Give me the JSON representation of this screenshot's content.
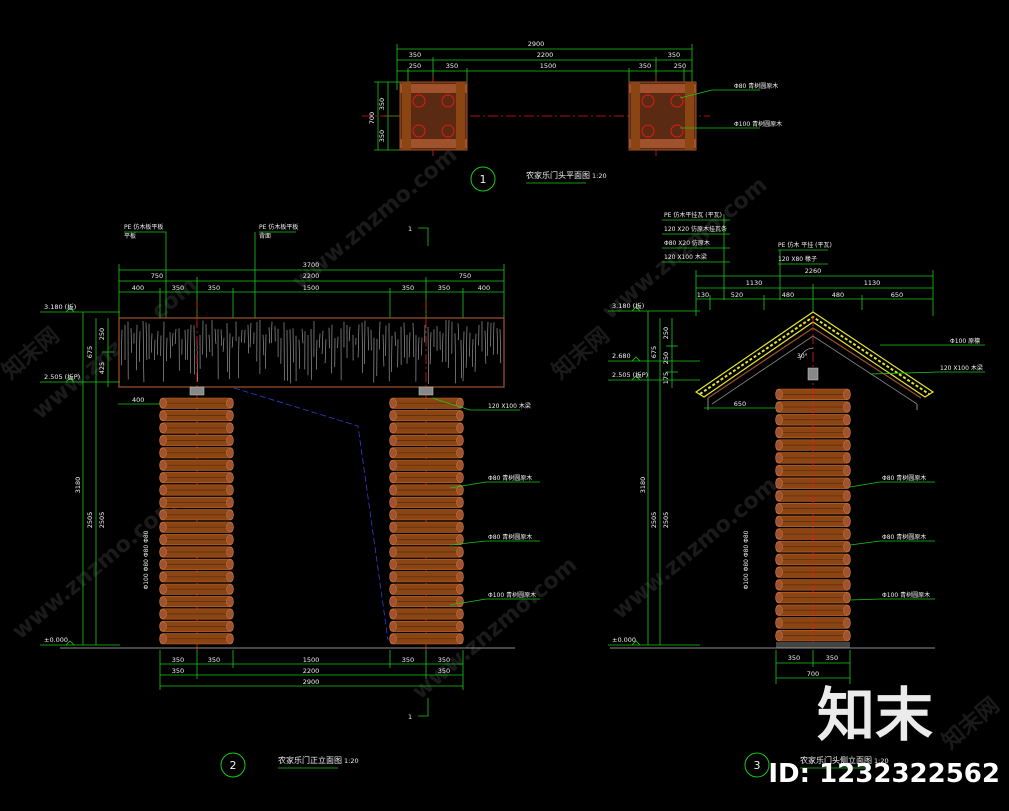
{
  "plan": {
    "dims": {
      "total": "2900",
      "left": "350",
      "mid": "2200",
      "right": "350",
      "s1": "250",
      "s2": "350",
      "s3": "1500",
      "s4": "350",
      "s5": "250",
      "v1": "350",
      "v2": "350",
      "vtot": "700"
    },
    "labels": {
      "top": "Φ80 青树圆原木",
      "bottom": "Φ100 青树圆原木"
    },
    "circle": "1",
    "title": "农家乐门头平面图",
    "scale": "1:20"
  },
  "front": {
    "labels": {
      "pe_left1": "PE 仿木板平板",
      "pe_left2": "平板",
      "pe_mid1": "PE 仿木板平板",
      "pe_mid2": "背面",
      "beam": "120 X100 木梁",
      "log80a": "Φ80 青树圆原木",
      "log80b": "Φ80 青树圆原木",
      "log100": "Φ100 青树圆原木",
      "vert_note": "Φ100 Φ80 Φ80 Φ80"
    },
    "top_dims": {
      "total": "3700",
      "d750a": "750",
      "d2200": "2200",
      "d750b": "750",
      "s400a": "400",
      "s350a": "350",
      "s350b": "350",
      "s1500": "1500",
      "s350c": "350",
      "s350d": "350",
      "s400b": "400"
    },
    "levels": {
      "l1": "3.180 (板)",
      "l2": "2.505 (板P)",
      "l3": "±0.000"
    },
    "left_dims": {
      "d250": "250",
      "d675": "675",
      "d425": "425",
      "d3180": "3180",
      "d2505a": "2505",
      "d2505b": "2505"
    },
    "inner_dim": "400",
    "bottom_dims": {
      "d350a": "350",
      "d350b": "350",
      "d1500": "1500",
      "d350c": "350",
      "d350d": "350",
      "d350e": "350",
      "d2200": "2200",
      "d350f": "350",
      "d2900": "2900"
    },
    "section_mark": "1",
    "circle": "2",
    "title": "农家乐门正立面图",
    "scale": "1:20"
  },
  "side": {
    "labels": {
      "pe1": "PE 仿木平挂瓦 (平瓦)",
      "l2": "120 X20 仿原木挂瓦条",
      "l3": "Φ80 X20 仿原木",
      "l4": "120 X100 木梁",
      "pe2": "PE 仿木 平挂 (平瓦)",
      "l6": "120 X80 椽子",
      "r1": "Φ100 原檩",
      "r2": "120 X100 木梁",
      "log80a": "Φ80 青树圆原木",
      "log80b": "Φ80 青树圆原木",
      "log100": "Φ100 青树圆原木",
      "vert_note": "Φ100 Φ80 Φ80 Φ80",
      "angle": "30°"
    },
    "top_dims": {
      "total": "2260",
      "d1130a": "1130",
      "d1130b": "1130",
      "s130": "130",
      "s520": "520",
      "s480a": "480",
      "s480b": "480",
      "s650": "650"
    },
    "levels": {
      "l1": "3.180 (板)",
      "l2": "2.680",
      "l3": "2.505 (板P)",
      "l4": "±0.000"
    },
    "left_dims": {
      "d250a": "250",
      "d675": "675",
      "d250b": "250",
      "d175": "175",
      "d3180": "3180",
      "d2505a": "2505",
      "d2505b": "2505"
    },
    "eave_dim": "650",
    "bottom_dims": {
      "d350a": "350",
      "d350b": "350",
      "d700": "700"
    },
    "circle": "3",
    "title": "农家乐门头侧立面图",
    "scale": "1:20"
  },
  "watermarks": [
    "www.znzmo.com",
    "www.znzmo.com",
    "www.znzmo.com",
    "www.znzmo.com",
    "www.znzmo.com",
    "www.znzmo.com",
    "知末网",
    "知末网",
    "知末网"
  ],
  "brand": {
    "logo": "知末",
    "id": "ID: 1232322562"
  },
  "colors": {
    "dim": "#19c819",
    "cut": "#e51919",
    "wood": "#a0522d",
    "woodLine": "#7a3a1c",
    "roof": "#e6e632",
    "text": "#f0f0f0",
    "hatch": "#2a2acc"
  }
}
